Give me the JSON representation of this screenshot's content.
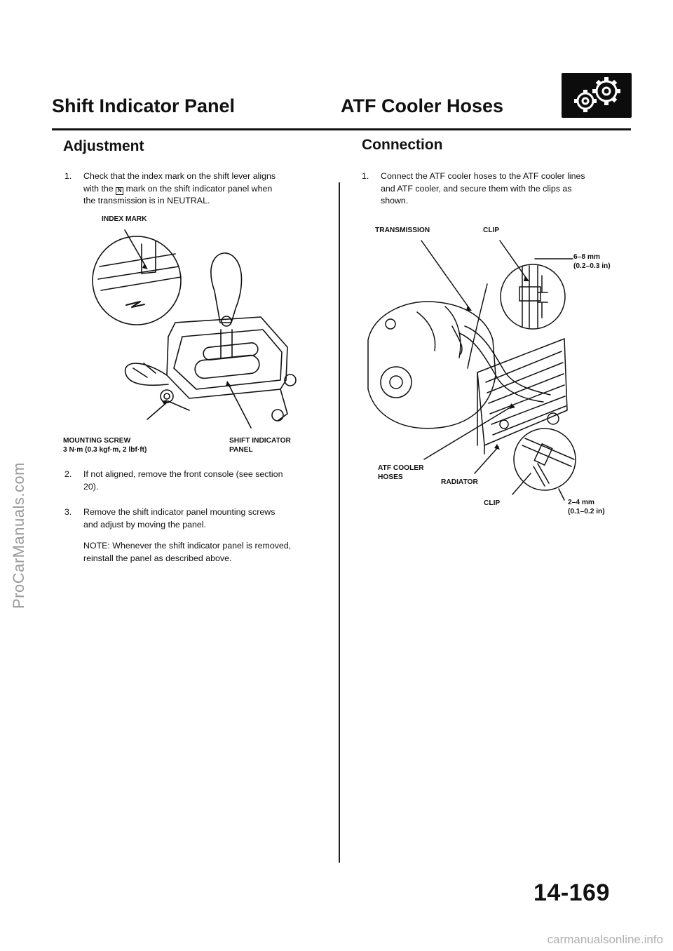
{
  "watermarks": {
    "left": "ProCarManuals.com",
    "bottom": "carmanualsonline.info"
  },
  "header": {
    "left_title": "Shift Indicator Panel",
    "right_title": "ATF Cooler Hoses",
    "icon": "transmission-gears-icon"
  },
  "left": {
    "subtitle": "Adjustment",
    "step1": {
      "num": "1.",
      "line1": "Check that the index mark on the shift lever aligns",
      "line2_before": "with the",
      "line2_mark": "N",
      "line2_after": "mark on the shift indicator panel when",
      "line3": "the transmission is in NEUTRAL."
    },
    "figure": {
      "index_mark": "INDEX MARK",
      "mounting_screw_1": "MOUNTING SCREW",
      "mounting_screw_2": "3 N·m (0.3 kgf·m, 2 lbf·ft)",
      "panel_1": "SHIFT INDICATOR",
      "panel_2": "PANEL"
    },
    "step2": {
      "num": "2.",
      "line1": "If not aligned, remove the front console (see section",
      "line2": "20)."
    },
    "step3": {
      "num": "3.",
      "line1": "Remove the shift indicator panel mounting screws",
      "line2": "and adjust by moving the panel."
    },
    "note": {
      "line1": "NOTE: Whenever the shift indicator panel is removed,",
      "line2": "reinstall the panel as described above."
    }
  },
  "right": {
    "subtitle": "Connection",
    "step1": {
      "num": "1.",
      "line1": "Connect the ATF cooler hoses to the ATF cooler lines",
      "line2": "and ATF cooler, and secure them with the clips as",
      "line3": "shown."
    },
    "figure": {
      "transmission": "TRANSMISSION",
      "clip_top": "CLIP",
      "dim_top_1": "6–8 mm",
      "dim_top_2": "(0.2–0.3 in)",
      "hoses_1": "ATF COOLER",
      "hoses_2": "HOSES",
      "radiator": "RADIATOR",
      "clip_bottom": "CLIP",
      "dim_bottom_1": "2–4 mm",
      "dim_bottom_2": "(0.1–0.2 in)"
    }
  },
  "page_number": "14-169"
}
